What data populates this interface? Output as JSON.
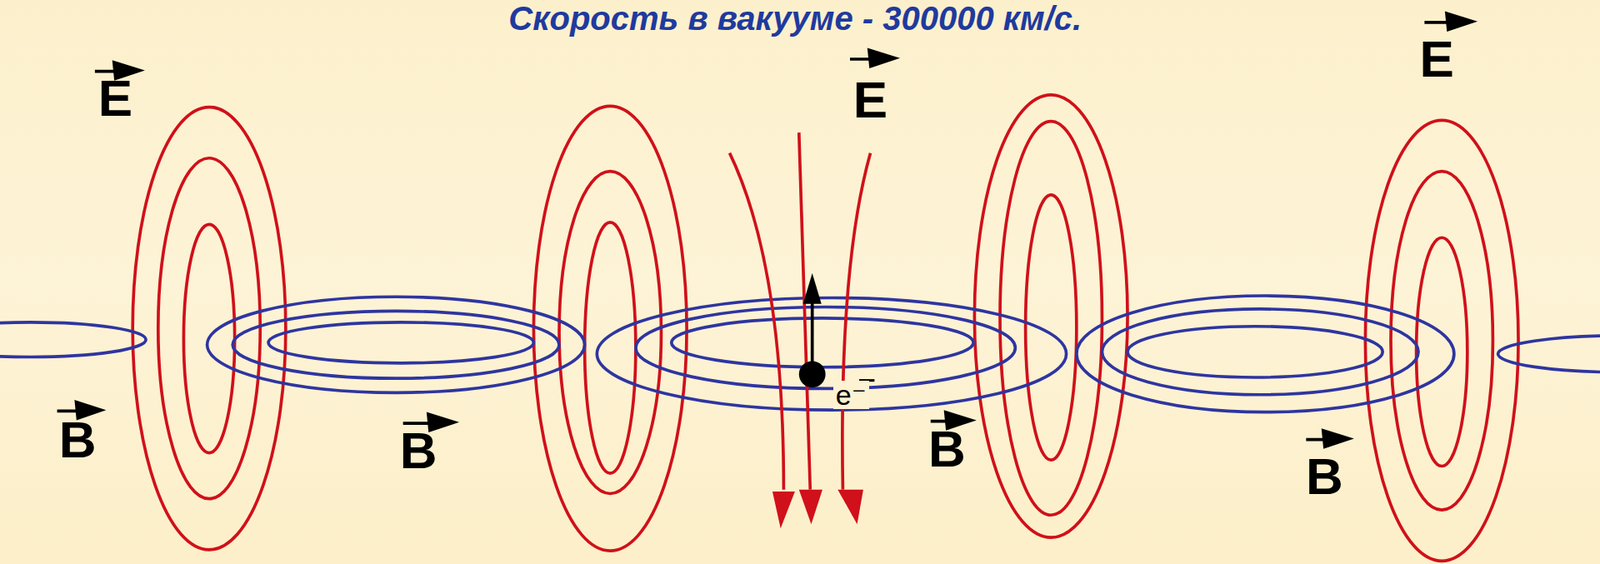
{
  "diagram": {
    "title": "Скорость в вакууме  -  300000 км/с.",
    "labels": [
      "E",
      "E",
      "E",
      "B",
      "B",
      "B",
      "B",
      "e⁻"
    ]
  }
}
